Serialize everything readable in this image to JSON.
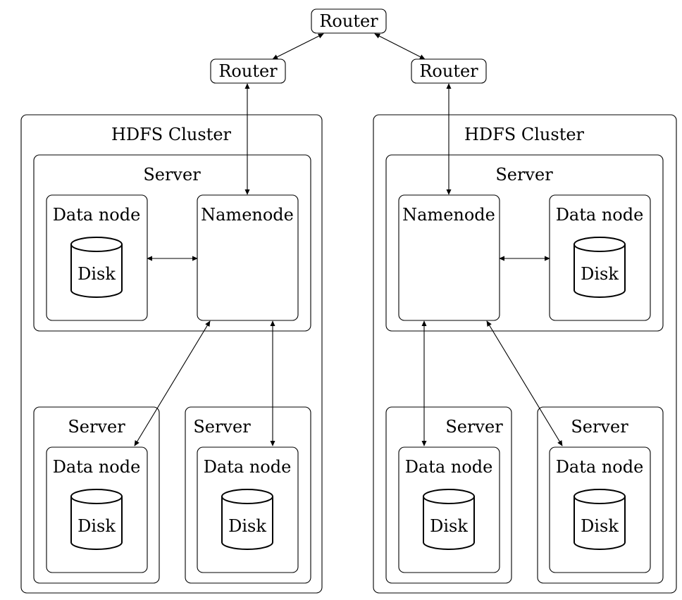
{
  "routers": {
    "top": "Router",
    "left": "Router",
    "right": "Router"
  },
  "clusters": [
    {
      "title": "HDFS Cluster",
      "main_server": {
        "title": "Server",
        "namenode": "Namenode",
        "datanode": "Data node",
        "disk": "Disk"
      },
      "servers": [
        {
          "title": "Server",
          "datanode": "Data node",
          "disk": "Disk"
        },
        {
          "title": "Server",
          "datanode": "Data node",
          "disk": "Disk"
        }
      ]
    },
    {
      "title": "HDFS Cluster",
      "main_server": {
        "title": "Server",
        "namenode": "Namenode",
        "datanode": "Data node",
        "disk": "Disk"
      },
      "servers": [
        {
          "title": "Server",
          "datanode": "Data node",
          "disk": "Disk"
        },
        {
          "title": "Server",
          "datanode": "Data node",
          "disk": "Disk"
        }
      ]
    }
  ]
}
